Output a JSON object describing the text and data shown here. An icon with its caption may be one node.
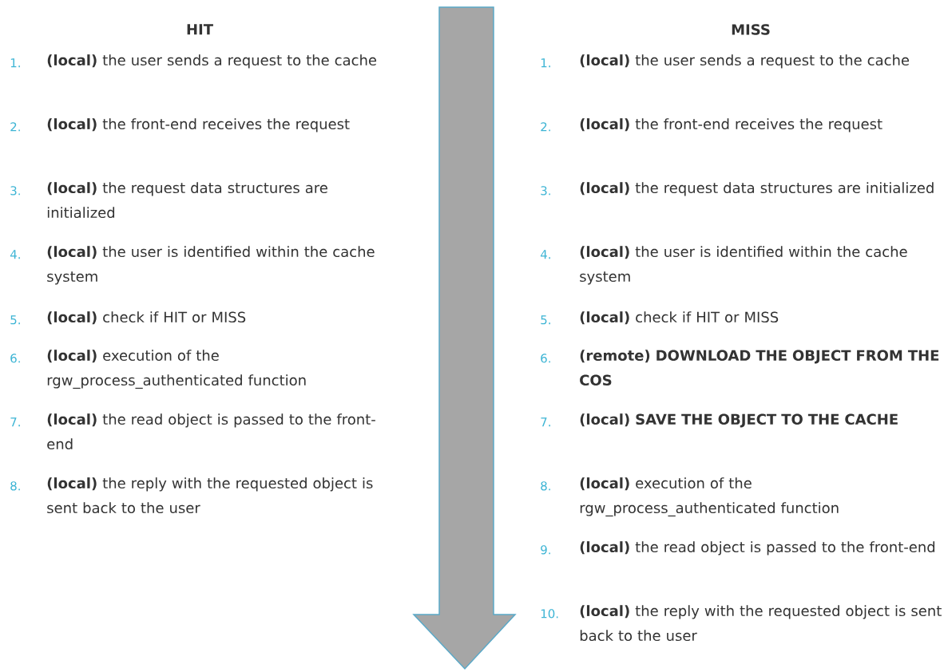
{
  "diagram": {
    "labels": [
      "HIT",
      "1.",
      "**(local)** the user sends a request to the cache",
      "2.",
      "**(local)** the front-end receives the request",
      "3.",
      "**(local)** the request data structures are initialized",
      "4.",
      "**(local)** the user is identified within the cache system",
      "5.",
      "**(local)** check if HIT or MISS",
      "6.",
      "**(local)** execution of the rgw_process_authenticated function",
      "7.",
      "**(local)** the read object is passed to the front-end",
      "8.",
      "**(local)** the reply with the requested object is sent back to the user",
      "MISS",
      "1.",
      "**(local)** the user sends a request to the cache",
      "2.",
      "**(local)** the front-end receives the request",
      "3.",
      "**(local)** the request data structures are initialized",
      "4.",
      "**(local)** the user is identified within the cache system",
      "5.",
      "**(local)** check if HIT or MISS",
      "6.",
      "**(remote) DOWNLOAD THE OBJECT FROM THE COS**",
      "7.",
      "**(local) SAVE THE OBJECT TO THE CACHE**",
      "8.",
      "**(local)** execution of the rgw_process_authenticated function",
      "9.",
      "**(local)** the read object is passed to the front-end",
      "10.",
      "**(local)** the reply with the requested object is sent back to the user"
    ]
  }
}
